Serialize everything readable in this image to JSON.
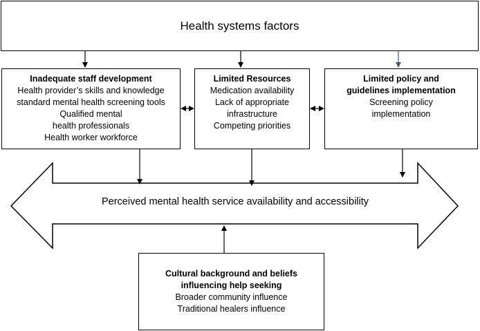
{
  "top_box": {
    "title": "Health systems factors"
  },
  "staff_box": {
    "heading": "Inadequate staff development",
    "lines": [
      "Health provider’s skills and knowledge",
      "standard mental health screening tools",
      "Qualified mental",
      "health professionals",
      "Health worker workforce"
    ]
  },
  "resources_box": {
    "heading": "Limited Resources",
    "lines": [
      "Medication availability",
      "Lack of appropriate",
      "infrastructure",
      "Competing priorities"
    ]
  },
  "policy_box": {
    "heading_lines": [
      "Limited policy and",
      "guidelines implementation"
    ],
    "lines": [
      "Screening policy",
      "implementation"
    ]
  },
  "central_arrow": {
    "label": "Perceived mental health service availability and accessibility"
  },
  "cultural_box": {
    "heading_lines": [
      "Cultural background and beliefs",
      "influencing help seeking"
    ],
    "lines": [
      "Broader community influence",
      "Traditional healers influence"
    ]
  },
  "colors": {
    "stroke": "#000000",
    "accent_arrow": "#4a5a6a",
    "background": "#ffffff"
  }
}
